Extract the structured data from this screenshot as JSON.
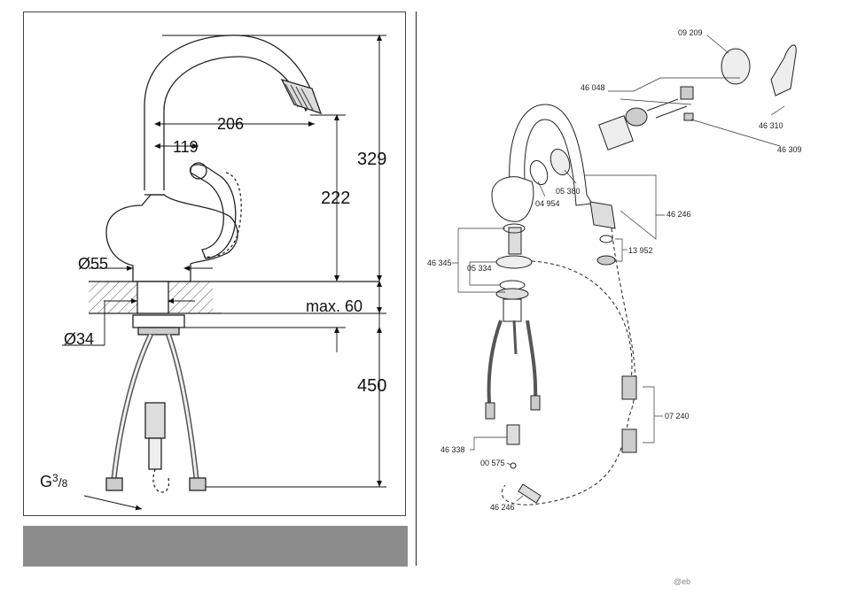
{
  "dimensions": {
    "overall_height": "329",
    "reach": "206",
    "lever_offset": "119",
    "spout_height": "222",
    "base_diameter": "Ø55",
    "counter_max": "max. 60",
    "hole_diameter": "Ø34",
    "hose_length": "450",
    "thread": "G",
    "thread_num": "3",
    "thread_den": "8"
  },
  "parts": {
    "p09209": "09 209",
    "p46048": "46 048",
    "p46310": "46 310",
    "p46309": "46 309",
    "p05380": "05 380",
    "p04954": "04 954",
    "p46246a": "46 246",
    "p46345": "46 345",
    "p05334": "05 334",
    "p13952": "13 952",
    "p07240": "07 240",
    "p46338": "46 338",
    "p00575": "00 575",
    "p46246b": "46 246"
  },
  "watermark": "@eb"
}
